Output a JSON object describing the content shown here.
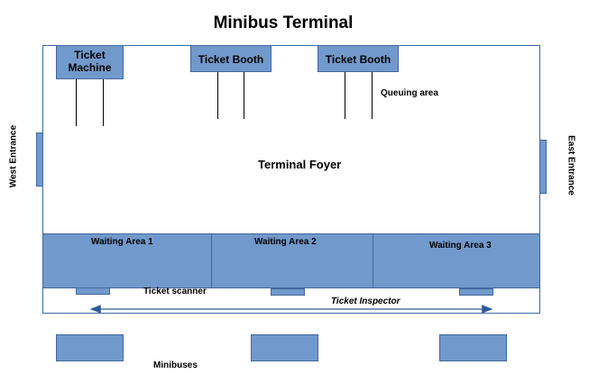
{
  "title": "Minibus Terminal",
  "colors": {
    "box_fill": "#7199cb",
    "box_border": "#41689e",
    "outline": "#3b6aa8",
    "arrow": "#2f5a96"
  },
  "booths": {
    "ticket_machine": "Ticket\nMachine",
    "ticket_booth_1": "Ticket Booth",
    "ticket_booth_2": "Ticket Booth"
  },
  "queuing_area": "Queuing area",
  "foyer": "Terminal Foyer",
  "entrances": {
    "west": "West Entrance",
    "east": "East Entrance"
  },
  "waiting_areas": [
    "Waiting Area 1",
    "Waiting Area 2",
    "Waiting Area 3"
  ],
  "ticket_scanner": "Ticket scanner",
  "ticket_inspector": "Ticket Inspector",
  "minibuses": "Minibuses"
}
